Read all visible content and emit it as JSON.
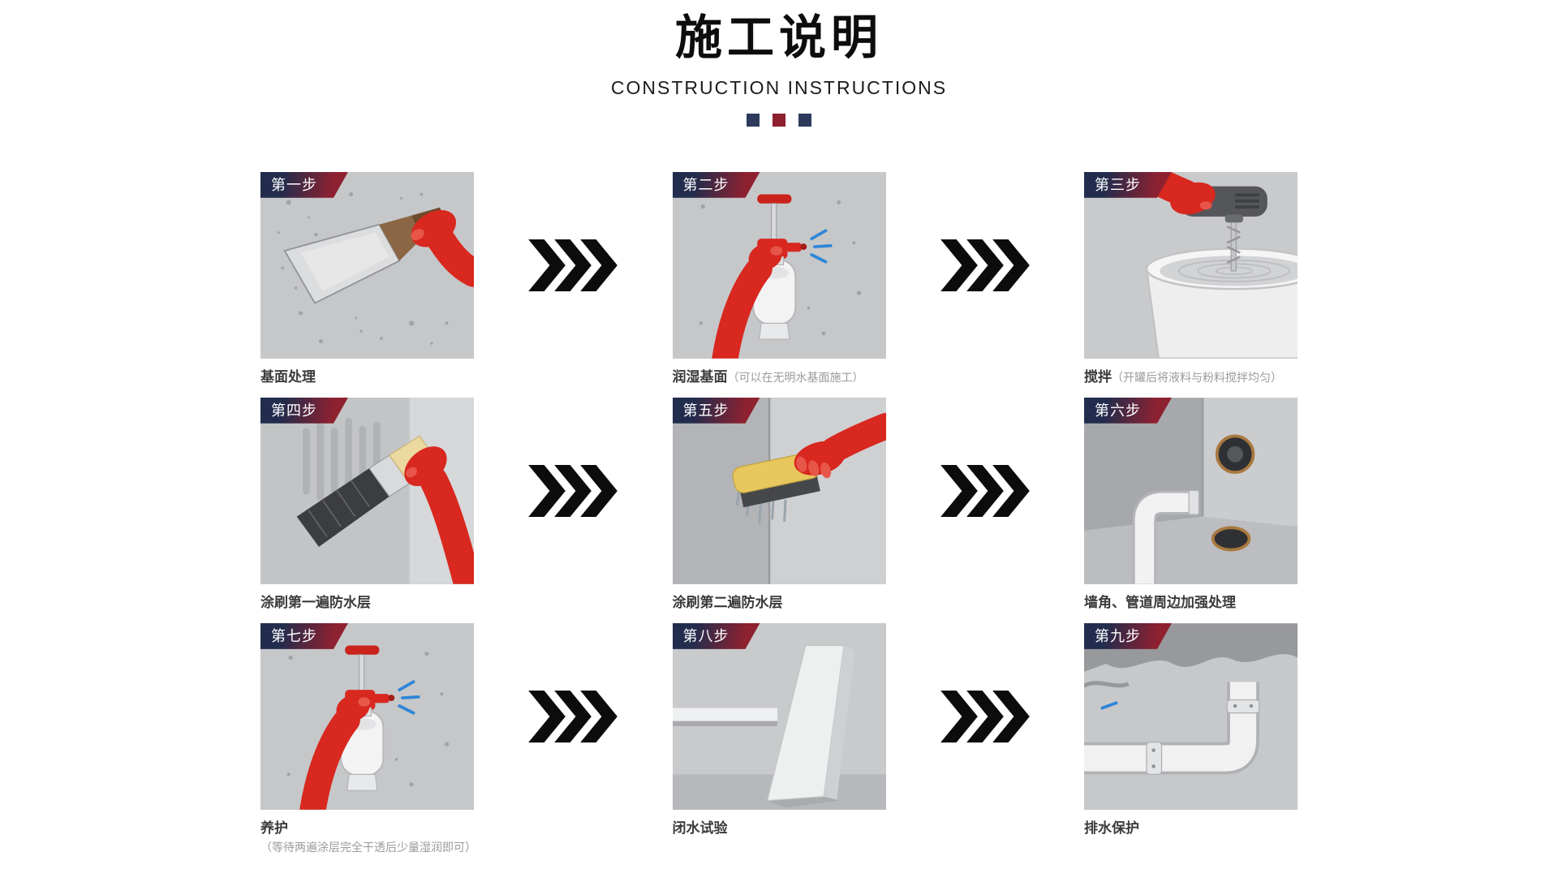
{
  "header": {
    "title": "施工说明",
    "subtitle": "CONSTRUCTION INSTRUCTIONS",
    "divider_colors": [
      "#2e3a5c",
      "#8e1f2f",
      "#2e3a5c"
    ]
  },
  "colors": {
    "badge_navy": "#222c4d",
    "badge_red": "#8e2130",
    "hand_red": "#d8281f",
    "spray_blue": "#2e86d8",
    "arrow_black": "#0c0c0c"
  },
  "arrow": {
    "icon": "chevrons"
  },
  "steps": [
    {
      "badge": "第一步",
      "caption": "基面处理",
      "note": "",
      "icon": "scraper"
    },
    {
      "badge": "第二步",
      "caption": "润湿基面",
      "note": "（可以在无明水基面施工）",
      "icon": "sprayer"
    },
    {
      "badge": "第三步",
      "caption": "搅拌",
      "note": "（开罐后将液料与粉料搅拌均匀）",
      "icon": "mixer"
    },
    {
      "badge": "第四步",
      "caption": "涂刷第一遍防水层",
      "note": "",
      "icon": "brush"
    },
    {
      "badge": "第五步",
      "caption": "涂刷第二遍防水层",
      "note": "",
      "icon": "brush2"
    },
    {
      "badge": "第六步",
      "caption": "墙角、管道周边加强处理",
      "note": "",
      "icon": "pipes"
    },
    {
      "badge": "第七步",
      "caption": "养护",
      "note": "（等待两遍涂层完全干透后少量湿润即可）",
      "note_block": true,
      "icon": "sprayer"
    },
    {
      "badge": "第八步",
      "caption": "闭水试验",
      "note": "",
      "icon": "watertest"
    },
    {
      "badge": "第九步",
      "caption": "排水保护",
      "note": "",
      "icon": "pipe-elbow"
    }
  ]
}
